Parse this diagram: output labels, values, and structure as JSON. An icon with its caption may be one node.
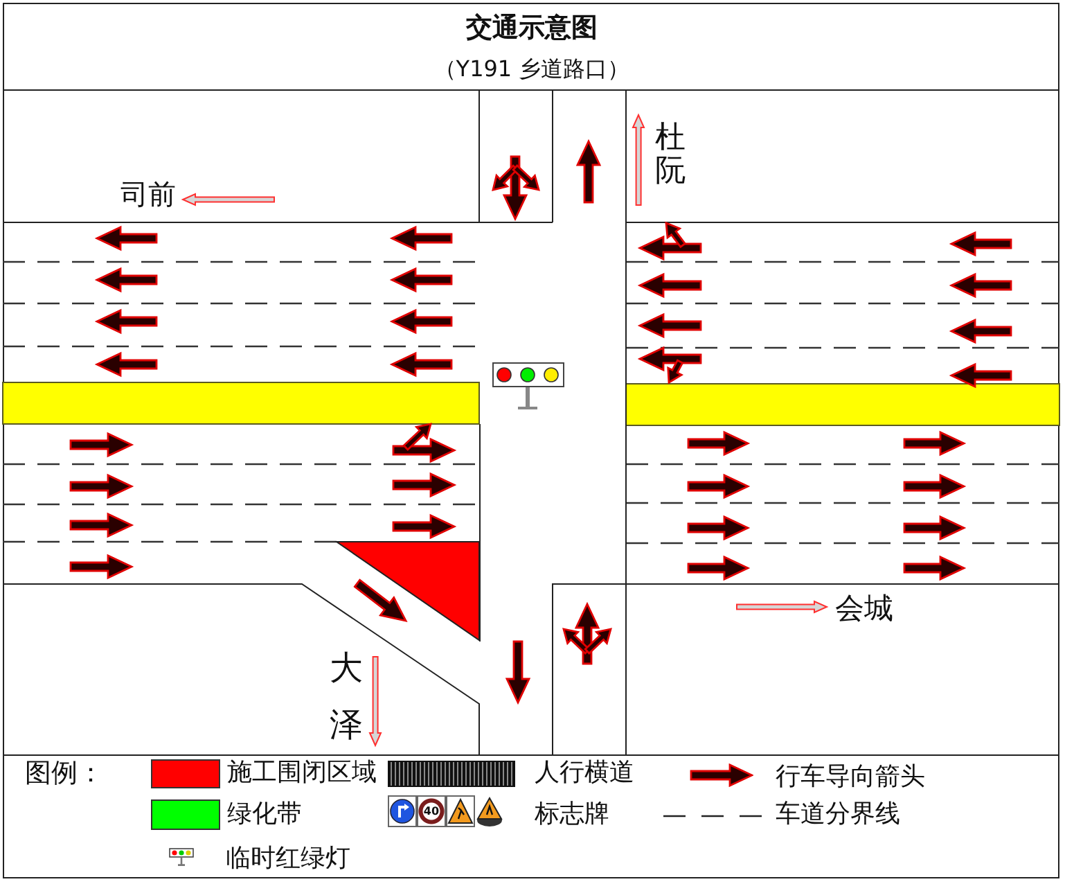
{
  "diagram": {
    "title": "交通示意图",
    "labels": [
      "（Y191 乡道路口）",
      "杜阮",
      "司前",
      "会城",
      "大泽",
      "图例：",
      "40"
    ],
    "legend": [
      {
        "text": "施工围闭区域",
        "color": "#ff0000"
      },
      {
        "text": "人行横道"
      },
      {
        "text": "行车导向箭头"
      },
      {
        "text": "绿化带",
        "color": "#00ff00"
      },
      {
        "text": "标志牌"
      },
      {
        "text": "车道分界线"
      },
      {
        "text": "临时红绿灯"
      }
    ]
  }
}
